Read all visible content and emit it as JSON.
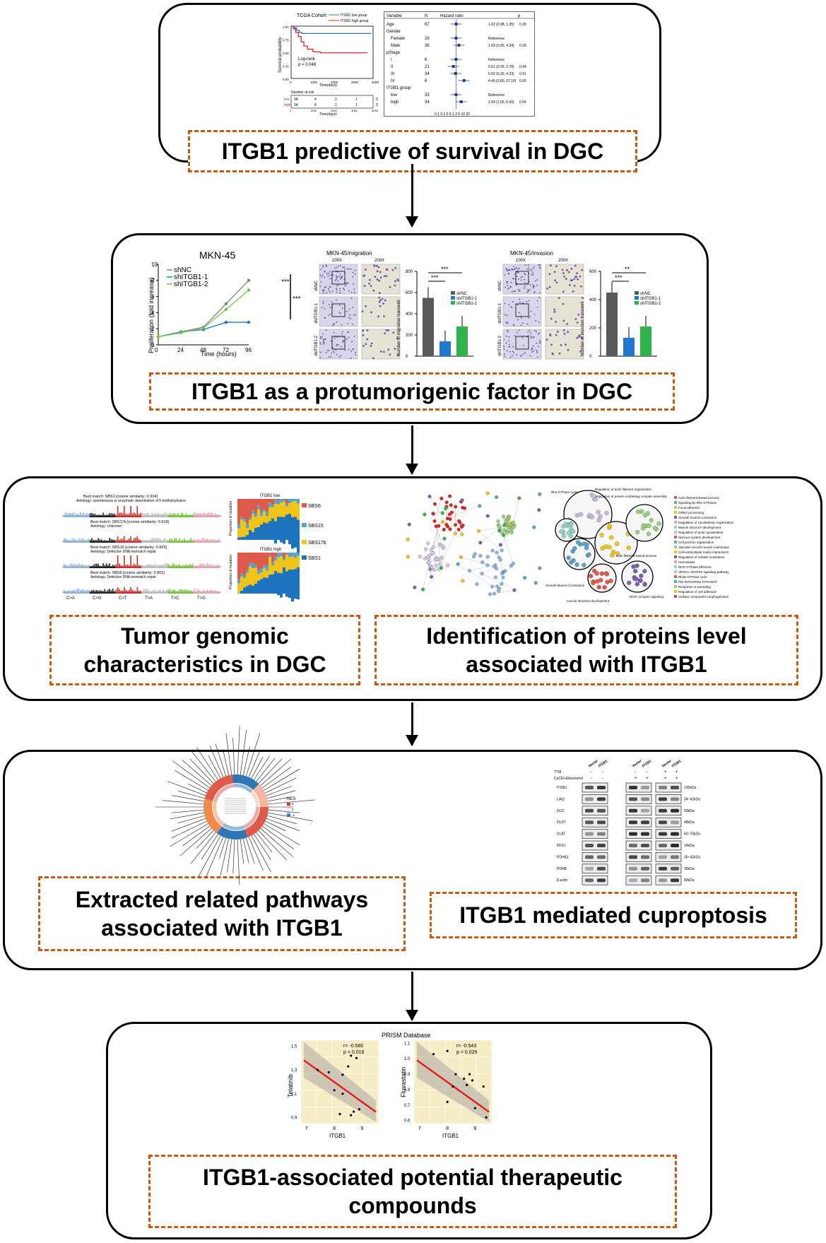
{
  "steps": [
    {
      "label": "ITGB1 predictive of survival in DGC"
    },
    {
      "label": "ITGB1 as a protumorigenic factor in DGC"
    },
    {
      "label_left": "Tumor genomic characteristics in DGC",
      "label_right": "Identification of proteins level associated with ITGB1"
    },
    {
      "label_left": "Extracted related pathways associated with ITGB1",
      "label_right": "ITGB1 mediated cuproptosis"
    },
    {
      "label": "ITGB1-associated potential therapeutic compounds"
    }
  ],
  "km": {
    "title": "TCGA Cohort",
    "legend_low": "ITGB1 low group",
    "legend_high": "ITGB1 high group",
    "ylabel": "Survival probability",
    "xlabel": "Time(days)",
    "pvalue_line1": "Log-rank",
    "pvalue_line2": "p = 0.048",
    "risk_title": "Number at risk",
    "risk_low": "low",
    "risk_high": "high",
    "risk_xlabel": "Time(days)",
    "xticks": [
      "0",
      "1000",
      "2000",
      "3000",
      "4000"
    ],
    "yticks": [
      "1.00",
      "0.75",
      "0.50",
      "0.25",
      "0.00"
    ],
    "risk_low_vals": [
      "34",
      "4",
      "2",
      "1",
      "0"
    ],
    "risk_high_vals": [
      "34",
      "8",
      "2",
      "1",
      "0"
    ],
    "colors": {
      "low": "#2e75b6",
      "high": "#d62828"
    }
  },
  "forest": {
    "headers": {
      "variable": "Variable",
      "n": "N",
      "hr": "Hazard ratio",
      "p": "p"
    },
    "rows": [
      {
        "variable": "Age",
        "n": "67",
        "ci": "1.02 (0.98, 1.05)",
        "p": "0.30",
        "est": 1.02
      },
      {
        "variable": "Gender",
        "n": "",
        "ci": "",
        "p": "",
        "est": null
      },
      {
        "variable": "Female",
        "n": "29",
        "ci": "Reference",
        "p": "",
        "est": 1.0
      },
      {
        "variable": "Male",
        "n": "38",
        "ci": "1.69 (0.65, 4.34)",
        "p": "0.28",
        "est": 1.69
      },
      {
        "variable": "pStage",
        "n": "",
        "ci": "",
        "p": "",
        "est": null
      },
      {
        "variable": "I",
        "n": "6",
        "ci": "Reference",
        "p": "",
        "est": 1.0
      },
      {
        "variable": "II",
        "n": "21",
        "ci": "0.61 (0.09, 2.78)",
        "p": "0.44",
        "est": 0.61
      },
      {
        "variable": "III",
        "n": "34",
        "ci": "0.92 (0.20, 4.23)",
        "p": "0.91",
        "est": 0.92
      },
      {
        "variable": "IV",
        "n": "6",
        "ci": "4.45 (0.80, 27.10)",
        "p": "0.09",
        "est": 4.45
      },
      {
        "variable": "ITGB1 group",
        "n": "",
        "ci": "",
        "p": "",
        "est": null
      },
      {
        "variable": "low",
        "n": "33",
        "ci": "Reference",
        "p": "",
        "est": 1.0
      },
      {
        "variable": "high",
        "n": "34",
        "ci": "2.64 (1.05, 6.60)",
        "p": "0.04",
        "est": 2.64
      }
    ],
    "axis": "0.1 0.2 0.5 1 2 5 10 20"
  },
  "prolif": {
    "title": "MKN-45",
    "ylabel": "Proliferation (fold increase)",
    "xlabel": "Time (hours)",
    "sig": "***",
    "series": [
      {
        "name": "shNC",
        "color": "#808080",
        "values": [
          1.0,
          1.6,
          2.2,
          5.1,
          8.0
        ]
      },
      {
        "name": "shITGB1-1",
        "color": "#1f77d0",
        "values": [
          1.0,
          1.6,
          1.9,
          2.8,
          2.8
        ]
      },
      {
        "name": "shITGB1-2",
        "color": "#7cc241",
        "values": [
          1.0,
          1.5,
          2.1,
          4.4,
          6.8
        ]
      }
    ],
    "x": [
      0,
      24,
      48,
      72,
      96
    ],
    "yticks": [
      "0",
      "2",
      "4",
      "6",
      "8",
      "10"
    ]
  },
  "migration": {
    "title": "MKN-45/migration",
    "mag_low": "100X",
    "mag_high": "200X",
    "rows": [
      "shNC",
      "shITGB1-1",
      "shITGB1-2"
    ],
    "ylabel": "Number of migration transwell",
    "sig1": "***",
    "sig2": "***",
    "legend": [
      "shNC",
      "shITGB1-1",
      "shITGB1-2"
    ],
    "values": [
      550,
      140,
      280
    ],
    "yticks": [
      "0",
      "200",
      "400",
      "600",
      "800"
    ]
  },
  "invasion": {
    "title": "MKN-45/invasion",
    "mag_low": "100X",
    "mag_high": "200X",
    "rows": [
      "shNC",
      "shITGB1-1",
      "shITGB1-2"
    ],
    "ylabel": "Number of invasion transwell",
    "sig1": "**",
    "sig2": "***",
    "legend": [
      "shNC",
      "shITGB1-1",
      "shITGB1-2"
    ],
    "values": [
      450,
      130,
      210
    ],
    "yticks": [
      "0",
      "200",
      "400",
      "600"
    ]
  },
  "signatures": {
    "panels": [
      {
        "title": "Best match: SBS1 [cosine similarity: 0.934]",
        "sub": "Aetiology: spontaneous or enzymatic deamination of 5-methylcytosine"
      },
      {
        "title": "Best match: SBS17b [cosine similarity: 0.918]",
        "sub": "Aetiology: Unknown"
      },
      {
        "title": "Best match: SBS15 [cosine similarity: 0.825]",
        "sub": "Aetiology: Defective DNA mismatch repair"
      },
      {
        "title": "Best match: SBS6 [cosine similarity: 0.802]",
        "sub": "Aetiology: Defective DNA mismatch repair"
      }
    ],
    "xlabels": [
      "C>A",
      "C>G",
      "C>T",
      "T>A",
      "T>C",
      "T>G"
    ]
  },
  "stacked": {
    "title_low": "ITGB1 low",
    "title_high": "ITGB1 high",
    "ylabel": "Proportion of mutation",
    "legend": [
      "SBS6",
      "SBS15",
      "SBS17b",
      "SBS1"
    ],
    "colors": [
      "#e05a4a",
      "#5aa3c8",
      "#f0c419",
      "#1e73be"
    ]
  },
  "clusters": {
    "labels": [
      "Rho GTPase cycle",
      "Regulation of actin filament organization",
      "Regulation of protein-containing complex assembly",
      "Smooth Muscle Contraction",
      "muscle structure development",
      "VEGF receptor signaling",
      "actin filament-based process"
    ],
    "legend": [
      "Actin filament-based process",
      "Signaling by Rho GTPases",
      "Focal adhesion",
      "mRNA processing",
      "Smooth muscle contraction",
      "Regulation of cytoskeleton organization",
      "Muscle structure development",
      "Regulation of actin cytoskeleton",
      "Nervous system development",
      "Cell junction organization",
      "Vascular smooth muscle contraction",
      "Cell-extracellular matrix interactions",
      "Regulation of cellular localization",
      "Hemostasis",
      "RHO GTPase Effectors",
      "VEGFA-VEGFR2 signaling pathway",
      "RhoD GTPase cycle",
      "PID INTEGRIN1 PATHWAY",
      "Response to wounding",
      "Regulation of cell adhesion",
      "Cellular component morphogenesis"
    ]
  },
  "circos": {
    "legend_title": "NES",
    "legend_values": [
      "2",
      "0",
      "-2"
    ]
  },
  "western": {
    "col_header_1": "Vector",
    "col_header_2": "ITGB1",
    "treat_1": "TTM",
    "treat_2": "CuCl2+Elesclomol",
    "proteins": [
      "ITGB1",
      "LIAS",
      "DLD",
      "DLST",
      "DLAT",
      "FDX1",
      "PDHA1",
      "PDHB",
      "β-actin"
    ],
    "sizes": [
      "130kDa",
      "34~42kDa",
      "50kDa",
      "48kDa",
      "60~70kDa",
      "14kDa",
      "35~42kDa",
      "36kDa",
      "42kDa"
    ]
  },
  "prism": {
    "title": "PRISM Database",
    "left": {
      "ylabel": "Telatinib",
      "xlabel": "ITGB1",
      "r": "r= -0.580",
      "p": "p = 0.018",
      "points": [
        [
          7.4,
          1.3
        ],
        [
          7.8,
          1.28
        ],
        [
          8.3,
          1.26
        ],
        [
          8.5,
          1.33
        ],
        [
          8.6,
          1.42
        ],
        [
          8.3,
          1.1
        ],
        [
          8.0,
          1.13
        ],
        [
          8.7,
          0.95
        ],
        [
          8.9,
          0.97
        ],
        [
          8.6,
          0.92
        ],
        [
          8.2,
          0.93
        ],
        [
          8.8,
          1.4
        ]
      ],
      "yticks": [
        "0.9",
        "1.1",
        "1.3",
        "1.5"
      ],
      "xticks": [
        "7",
        "8",
        "9"
      ]
    },
    "right": {
      "ylabel": "Fluvastatin",
      "xlabel": "ITGB1",
      "r": "r= -0.543",
      "p": "p = 0.029",
      "points": [
        [
          7.5,
          1.03
        ],
        [
          8.0,
          1.05
        ],
        [
          8.3,
          0.9
        ],
        [
          8.6,
          0.87
        ],
        [
          8.9,
          0.86
        ],
        [
          8.7,
          0.83
        ],
        [
          8.2,
          0.82
        ],
        [
          8.0,
          0.72
        ],
        [
          9.0,
          0.68
        ],
        [
          9.3,
          0.82
        ],
        [
          9.4,
          0.62
        ],
        [
          8.8,
          0.9
        ]
      ],
      "yticks": [
        "0.6",
        "0.7",
        "0.8",
        "0.9",
        "1.0",
        "1.1"
      ],
      "xticks": [
        "7",
        "8",
        "9"
      ]
    }
  }
}
